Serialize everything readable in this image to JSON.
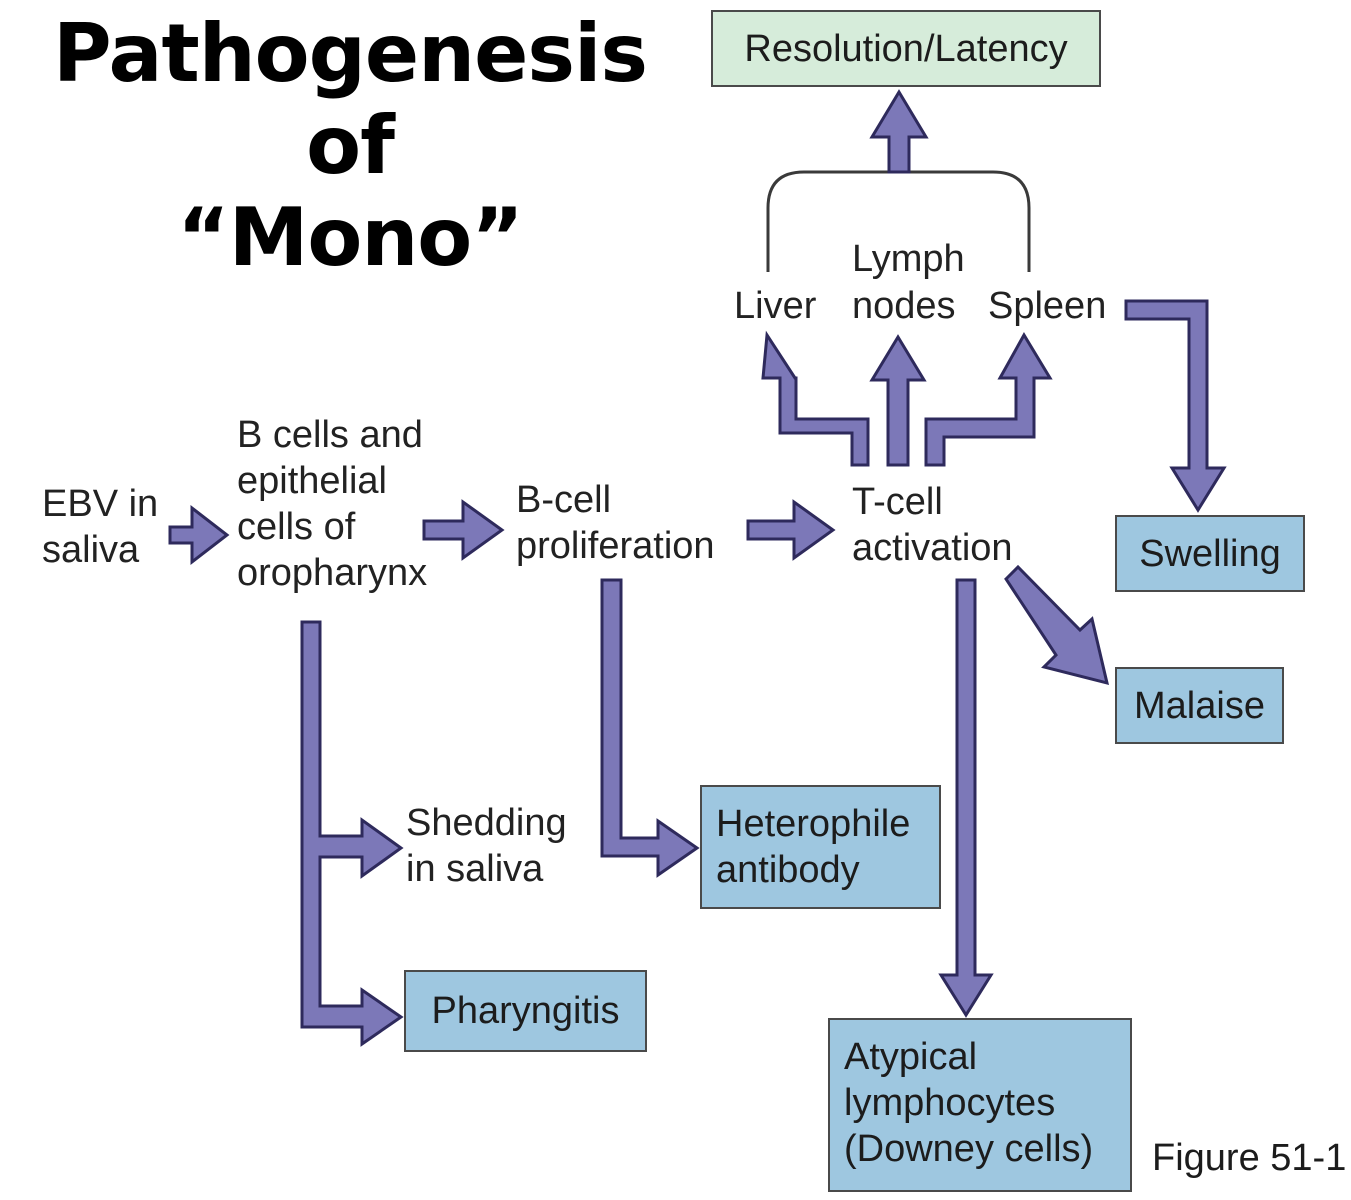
{
  "title_line1": "Pathogenesis of",
  "title_line2": "“Mono”",
  "nodes": {
    "resolution": "Resolution/Latency",
    "lymph": "Lymph",
    "liver": "Liver",
    "nodes": "nodes",
    "spleen": "Spleen",
    "ebv_line1": "EBV in",
    "ebv_line2": "saliva",
    "bcells_line1": "B cells and",
    "bcells_line2": "epithelial",
    "bcells_line3": "cells of",
    "bcells_line4": "oropharynx",
    "bprolif_line1": "B-cell",
    "bprolif_line2": "proliferation",
    "tcell_line1": "T-cell",
    "tcell_line2": "activation",
    "swelling": "Swelling",
    "malaise": "Malaise",
    "shedding_line1": "Shedding",
    "shedding_line2": "in saliva",
    "heterophile_line1": "Heterophile",
    "heterophile_line2": "antibody",
    "pharyngitis": "Pharyngitis",
    "atypical_line1": "Atypical",
    "atypical_line2": "lymphocytes",
    "atypical_line3": "(Downey cells)"
  },
  "figure_label": "Figure 51-1",
  "colors": {
    "arrow_fill": "#7c78b8",
    "arrow_stroke": "#2e2a5c",
    "outcome_box": "#9ec7e0",
    "resolution_box": "#d6ecda"
  }
}
